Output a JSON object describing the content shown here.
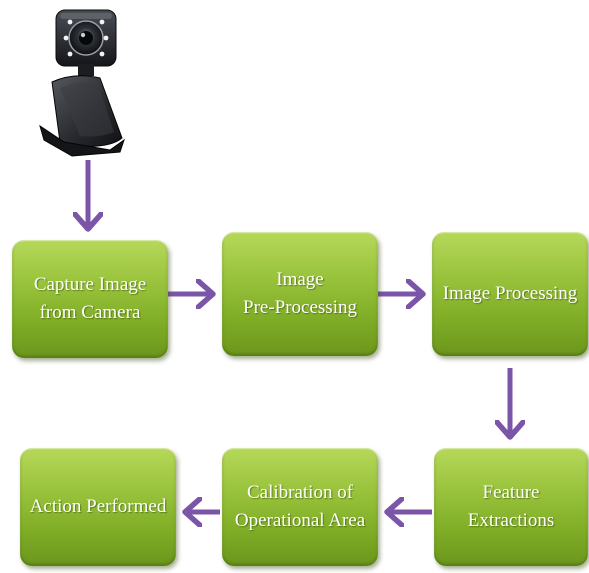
{
  "colors": {
    "box_fill": "#8fbc33",
    "arrow": "#7b55a8",
    "text": "#ffffff"
  },
  "camera": {
    "icon": "webcam-icon"
  },
  "steps": [
    {
      "id": "capture",
      "label": "Capture Image\nfrom Camera"
    },
    {
      "id": "preprocess",
      "label": "Image\nPre-Processing"
    },
    {
      "id": "processing",
      "label": "Image Processing"
    },
    {
      "id": "features",
      "label": "Feature Extractions"
    },
    {
      "id": "calibration",
      "label": "Calibration of\nOperational Area"
    },
    {
      "id": "action",
      "label": "Action Performed"
    }
  ]
}
